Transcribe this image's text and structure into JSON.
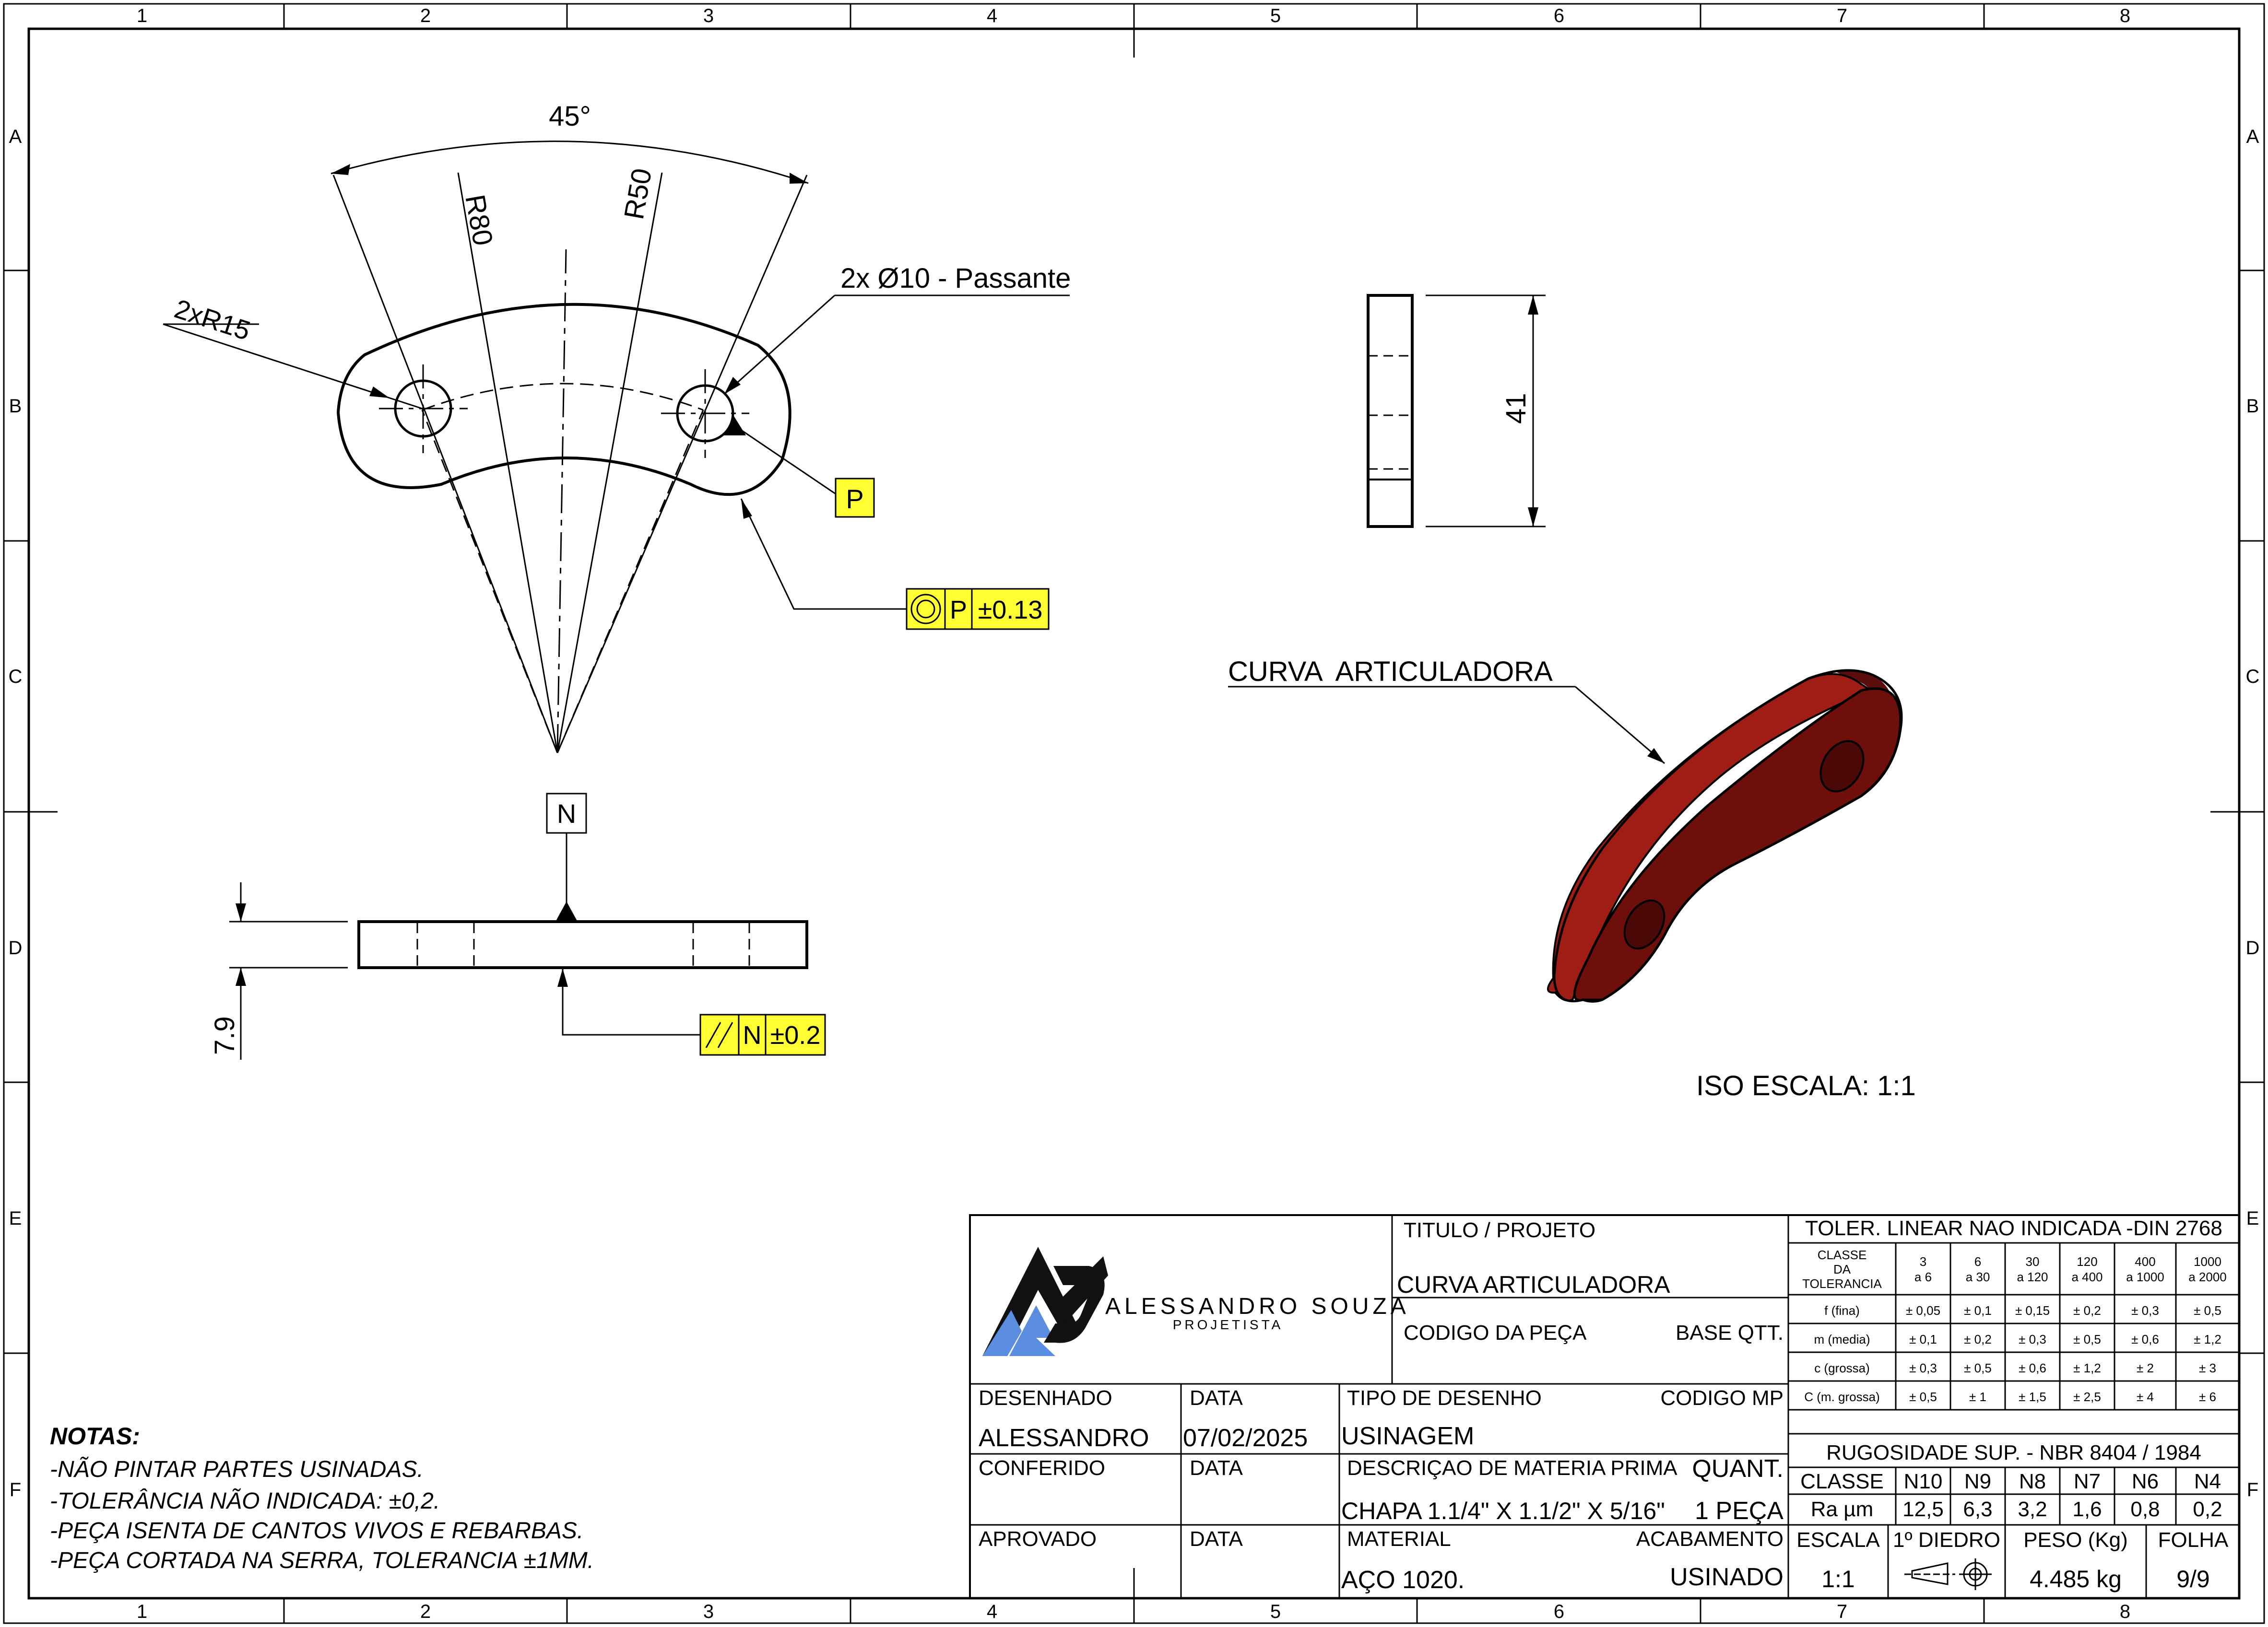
{
  "border": {
    "columns": [
      "1",
      "2",
      "3",
      "4",
      "5",
      "6",
      "7",
      "8"
    ],
    "rows": [
      "A",
      "B",
      "C",
      "D",
      "E",
      "F"
    ]
  },
  "front_view": {
    "angle": "45°",
    "radius_outer": "R80",
    "radius_inner": "R50",
    "end_radius": "2xR15",
    "hole_callout": "2x Ø10 - Passante",
    "datum_p": "P",
    "fcf_concentricity": {
      "symbol": "◎",
      "datum": "P",
      "tolerance": "±0.13"
    }
  },
  "bottom_view": {
    "thickness": "7.9",
    "datum_n": "N",
    "fcf_parallelism": {
      "symbol": "//",
      "datum": "N",
      "tolerance": "±0.2"
    }
  },
  "side_view": {
    "height": "41"
  },
  "iso_view": {
    "label": "CURVA  ARTICULADORA",
    "scale_label": "ISO ESCALA: 1:1",
    "colors": {
      "body": "#8b1a14",
      "face": "#6e0f0b",
      "edge": "#000000"
    }
  },
  "notes": {
    "title": "NOTAS:",
    "items": [
      "-NÃO PINTAR PARTES USINADAS.",
      "-TOLERÂNCIA NÃO INDICADA: ±0,2.",
      "-PEÇA ISENTA DE CANTOS VIVOS E REBARBAS.",
      "-PEÇA CORTADA NA SERRA, TOLERANCIA ±1MM."
    ]
  },
  "title_block": {
    "company": "ALESSANDRO SOUZA",
    "company_sub": "PROJETISTA",
    "logo_colors": {
      "dark": "#111111",
      "blue": "#5b8de0"
    },
    "titulo_label": "TITULO / PROJETO",
    "titulo_value": "CURVA ARTICULADORA",
    "codigo_peca_label": "CODIGO DA PEÇA",
    "base_qtt_label": "BASE QTT.",
    "desenhado_label": "DESENHADO",
    "desenhado_value": "ALESSANDRO",
    "data_label": "DATA",
    "data_value": "07/02/2025",
    "tipo_label": "TIPO DE DESENHO",
    "tipo_value": "USINAGEM",
    "codigo_mp_label": "CODIGO MP",
    "conferido_label": "CONFERIDO",
    "data2_label": "DATA",
    "descricao_label": "DESCRIÇAO DE MATERIA PRIMA",
    "quant_label": "QUANT.",
    "descricao_value": "CHAPA 1.1/4\" X 1.1/2\" X 5/16\"",
    "quant_value": "1 PEÇA",
    "aprovado_label": "APROVADO",
    "data3_label": "DATA",
    "material_label": "MATERIAL",
    "material_value": "AÇO 1020.",
    "acabamento_label": "ACABAMENTO",
    "acabamento_value": "USINADO",
    "escala_label": "ESCALA",
    "escala_value": "1:1",
    "diedro_label": "1º DIEDRO",
    "peso_label": "PESO (Kg)",
    "peso_value": "4.485 kg",
    "folha_label": "FOLHA",
    "folha_value": "9/9"
  },
  "tolerance_table": {
    "title": "TOLER. LINEAR NAO INDICADA -DIN 2768",
    "class_header": [
      "CLASSE",
      "DA",
      "TOLERANCIA"
    ],
    "ranges": [
      [
        "3",
        "a 6"
      ],
      [
        "6",
        "a 30"
      ],
      [
        "30",
        "a 120"
      ],
      [
        "120",
        "a 400"
      ],
      [
        "400",
        "a 1000"
      ],
      [
        "1000",
        "a 2000"
      ]
    ],
    "rows": [
      {
        "name": "f (fina)",
        "values": [
          "± 0,05",
          "± 0,1",
          "± 0,15",
          "± 0,2",
          "± 0,3",
          "± 0,5"
        ]
      },
      {
        "name": "m (media)",
        "values": [
          "± 0,1",
          "± 0,2",
          "± 0,3",
          "± 0,5",
          "± 0,6",
          "± 1,2"
        ]
      },
      {
        "name": "c (grossa)",
        "values": [
          "± 0,3",
          "± 0,5",
          "± 0,6",
          "± 1,2",
          "± 2",
          "± 3"
        ]
      },
      {
        "name": "C (m. grossa)",
        "values": [
          "± 0,5",
          "± 1",
          "± 1,5",
          "± 2,5",
          "± 4",
          "± 6"
        ]
      }
    ]
  },
  "roughness_table": {
    "title": "RUGOSIDADE SUP. - NBR 8404 / 1984",
    "header": [
      "CLASSE",
      "N10",
      "N9",
      "N8",
      "N7",
      "N6",
      "N4"
    ],
    "values": [
      "Ra µm",
      "12,5",
      "6,3",
      "3,2",
      "1,6",
      "0,8",
      "0,2"
    ]
  }
}
